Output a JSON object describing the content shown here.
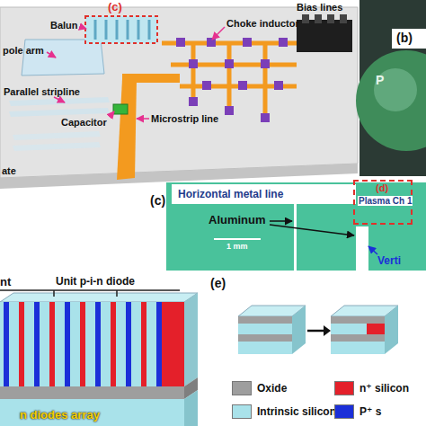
{
  "diagram": {
    "nodes": [
      {
        "text": [
          "(c)"
        ]
      },
      {
        "text": [
          "Horizontal metal line"
        ],
        "in": 0
      },
      {
        "text": [
          "(d)",
          "Plasma Ch 1"
        ],
        "in": 0
      }
    ],
    "labels": [
      "pole arm",
      "Balun",
      "(c)",
      "Choke inductor",
      "Bias lines",
      "Parallel stripline",
      "Capacitor",
      "Microstrip line",
      "ate",
      "(b)",
      "P",
      "Aluminum",
      "1 mm",
      "Verti",
      "nt",
      "Unit p-i-n diode",
      "n diodes array",
      "(e)"
    ],
    "legend": [
      {
        "text": "Oxide",
        "color": "#9e9e9e"
      },
      {
        "text": "n⁺ silicon",
        "color": "#e4202a"
      },
      {
        "text": "Intrinsic silicon",
        "color": "#a9e2ea"
      },
      {
        "text": "P⁺ s",
        "color": "#1b2fd8"
      }
    ]
  }
}
